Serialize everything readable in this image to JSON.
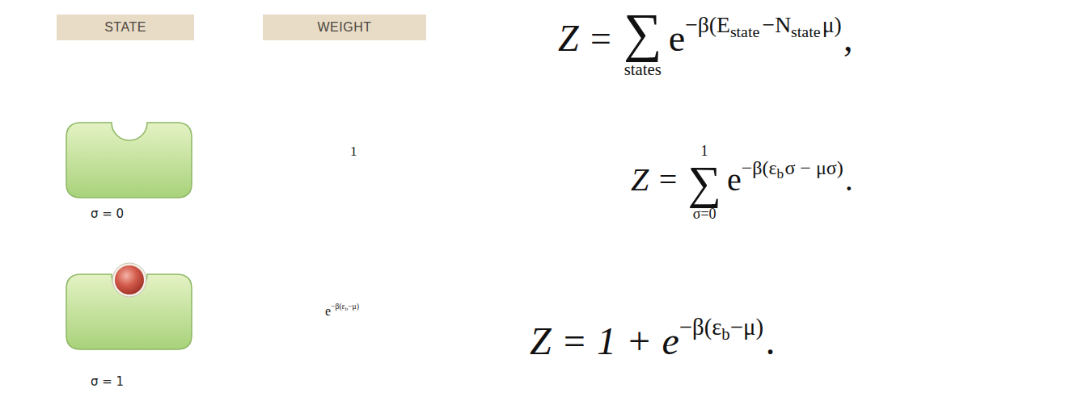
{
  "diagram": {
    "nodes": [
      {
        "text": [
          "STATE"
        ]
      },
      {
        "text": [
          "WEIGHT"
        ]
      }
    ],
    "labels": [
      "σ = 0",
      "σ = 1",
      "1",
      "e",
      "−β(ε",
      "b",
      "−μ)",
      "Z =",
      "∑",
      "states",
      "e",
      "−β(E",
      "state",
      "−N",
      "state",
      "μ)",
      ",",
      "Z =",
      "1",
      "∑",
      "σ=0",
      "e",
      "−β(ε",
      "b",
      "σ − μσ)",
      ".",
      "Z = 1 + e",
      "−β(ε",
      "b",
      "−μ)",
      "."
    ]
  }
}
